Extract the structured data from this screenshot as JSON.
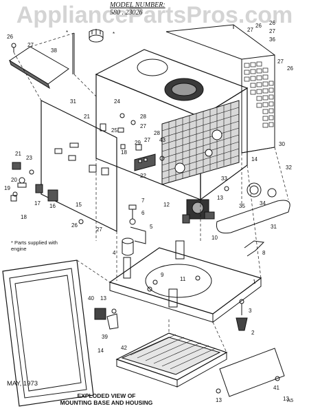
{
  "watermark": "AppliancePartsPros.com",
  "model": {
    "title": "MODEL NUMBER:",
    "number": "580 . 23026"
  },
  "note": "* Parts supplied with engine",
  "date": "MAY, 1973",
  "caption": {
    "line1": "EXPLODED VIEW OF",
    "line2": "MOUNTING BASE AND HOUSING"
  },
  "sheet": "A5",
  "star": "*",
  "callouts": [
    "26",
    "27",
    "38",
    "31",
    "21",
    "24",
    "28",
    "25",
    "27",
    "27",
    "28",
    "29",
    "18",
    "43",
    "22",
    "23",
    "21",
    "20",
    "19",
    "17",
    "16",
    "15",
    "18",
    "26",
    "27",
    "7",
    "6",
    "5",
    "4",
    "13",
    "12",
    "10",
    "8",
    "9",
    "11",
    "1",
    "3",
    "2",
    "40",
    "13",
    "39",
    "14",
    "42",
    "41",
    "13",
    "13",
    "14",
    "30",
    "32",
    "33",
    "35",
    "34",
    "31",
    "26",
    "27",
    "36",
    "27",
    "26",
    "26",
    "27"
  ]
}
